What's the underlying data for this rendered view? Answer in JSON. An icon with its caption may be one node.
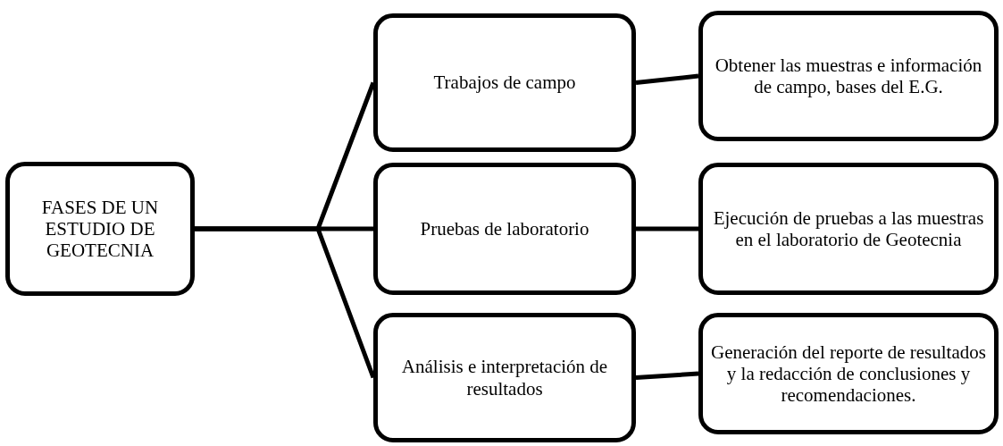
{
  "diagram": {
    "nodes": [
      {
        "text": [
          "FASES DE UN ESTUDIO DE GEOTECNIA"
        ]
      },
      {
        "text": [
          "Trabajos de campo"
        ]
      },
      {
        "text": [
          "Obtener las muestras e información de campo, bases del E.G."
        ]
      },
      {
        "text": [
          "Pruebas de laboratorio"
        ]
      },
      {
        "text": [
          "Ejecución de pruebas a las muestras en el laboratorio de Geotecnia"
        ]
      },
      {
        "text": [
          "Análisis e interpretación de resultados"
        ]
      },
      {
        "text": [
          "Generación del reporte de resultados y la redacción de conclusiones y recomendaciones."
        ]
      }
    ],
    "edges": [
      {
        "from": 0,
        "to": 1,
        "arrow": "none"
      },
      {
        "from": 0,
        "to": 3,
        "arrow": "none"
      },
      {
        "from": 0,
        "to": 5,
        "arrow": "none"
      },
      {
        "from": 1,
        "to": 2,
        "arrow": "none"
      },
      {
        "from": 3,
        "to": 4,
        "arrow": "none"
      },
      {
        "from": 5,
        "to": 6,
        "arrow": "none"
      }
    ]
  }
}
